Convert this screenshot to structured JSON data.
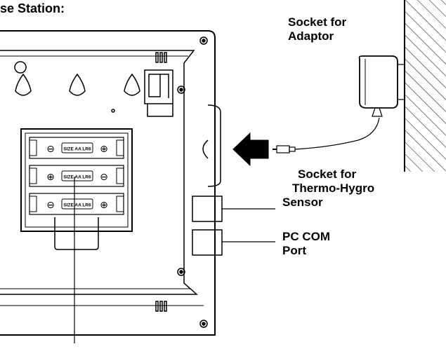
{
  "title": "se Station:",
  "labels": {
    "adaptor_socket": [
      "Socket for",
      "Adaptor"
    ],
    "sensor_socket": [
      "Socket for",
      "Thermo-Hygro",
      "Sensor"
    ],
    "pc_port": [
      "PC COM",
      "Port"
    ]
  },
  "battery_cells": [
    {
      "text": "SIZE AA LR6",
      "left_sign": "⊖",
      "right_sign": "⊕"
    },
    {
      "text": "SIZE AA LR6",
      "left_sign": "⊕",
      "right_sign": "⊖"
    },
    {
      "text": "SIZE AA LR6",
      "left_sign": "⊖",
      "right_sign": "⊕"
    }
  ],
  "colors": {
    "ink": "#000000",
    "background": "#ffffff"
  }
}
